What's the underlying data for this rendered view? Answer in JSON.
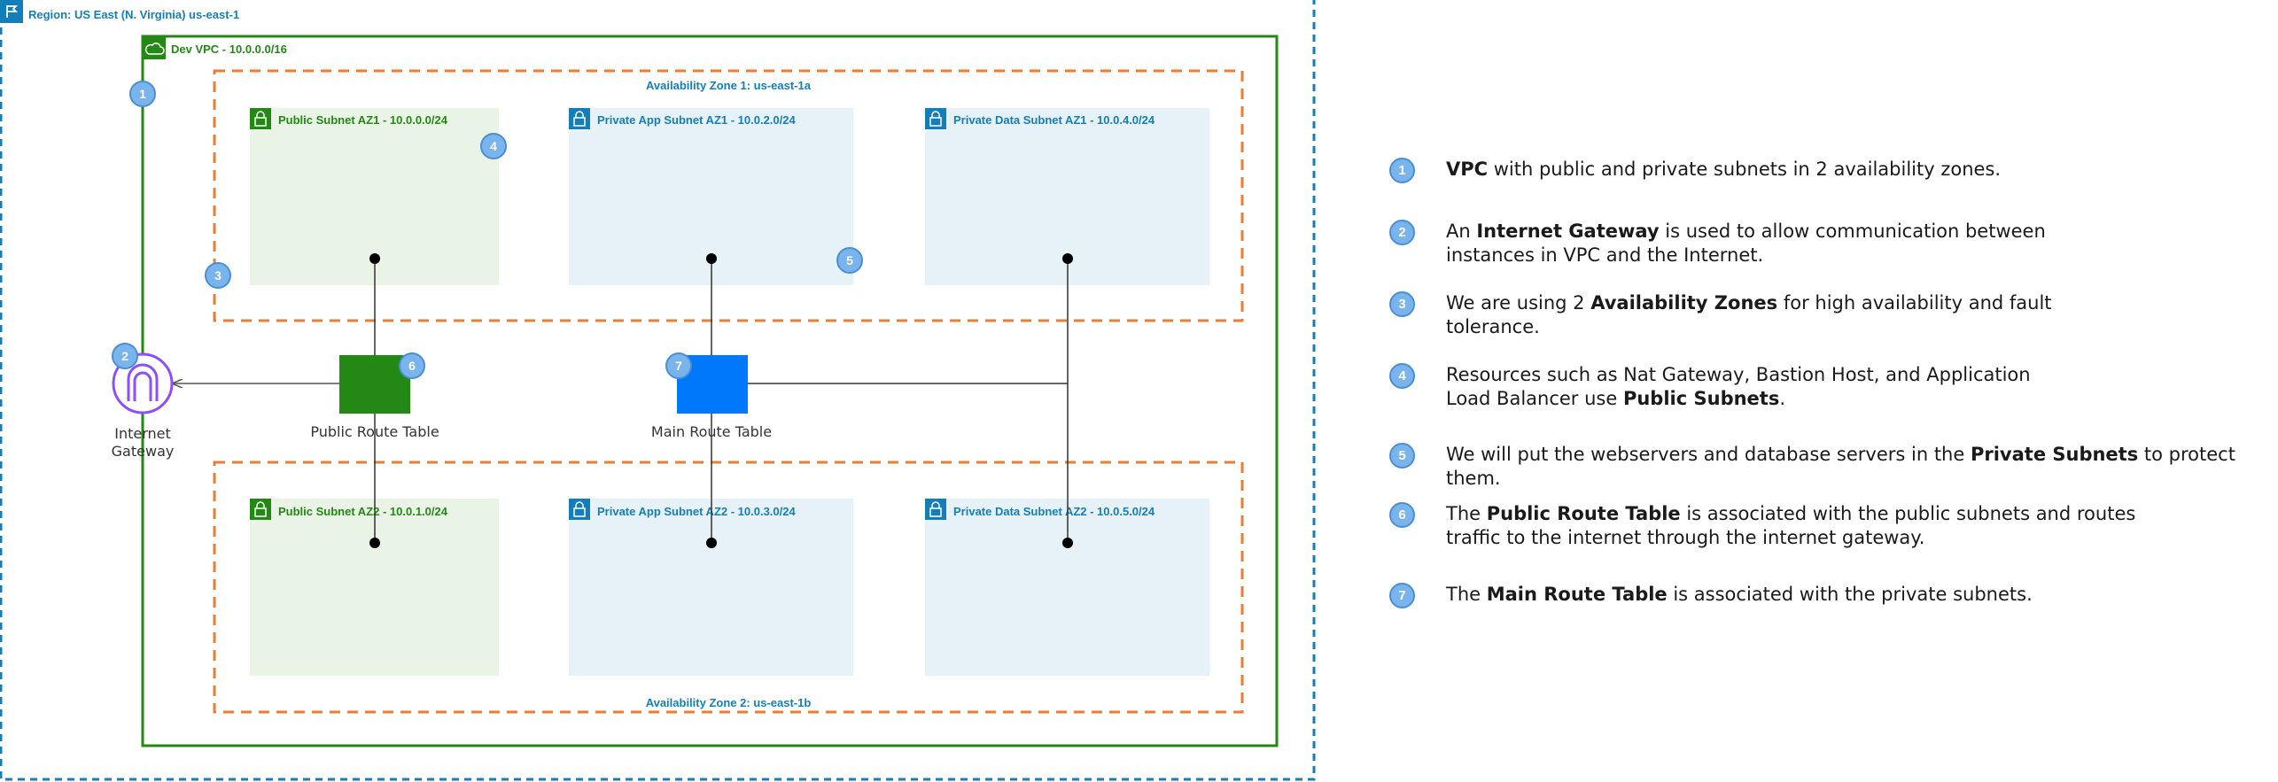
{
  "diagram": {
    "region_label": "Region: US East (N. Virginia) us-east-1",
    "vpc_label": "Dev VPC - 10.0.0.0/16",
    "az1_label": "Availability Zone 1: us-east-1a",
    "az2_label": "Availability Zone 2: us-east-1b",
    "subnets": {
      "public_az1": "Public Subnet AZ1 - 10.0.0.0/24",
      "private_app_az1": "Private App Subnet AZ1 - 10.0.2.0/24",
      "private_data_az1": "Private Data Subnet AZ1 - 10.0.4.0/24",
      "public_az2": "Public Subnet AZ2 - 10.0.1.0/24",
      "private_app_az2": "Private App Subnet AZ2  - 10.0.3.0/24",
      "private_data_az2": "Private Data Subnet AZ2  - 10.0.5.0/24"
    },
    "internet_gateway_label_line1": "Internet",
    "internet_gateway_label_line2": "Gateway",
    "public_route_table_label": "Public Route Table",
    "main_route_table_label": "Main Route Table",
    "badges": [
      "1",
      "2",
      "3",
      "4",
      "5",
      "6",
      "7"
    ],
    "colors": {
      "region_border": "#147eba",
      "vpc_border": "#248814",
      "az_border": "#ed7d31",
      "public_subnet_fill": "#e9f3e6",
      "public_subnet_accent": "#248814",
      "private_subnet_fill": "#e6f2f8",
      "private_subnet_accent": "#147eba",
      "public_route_table": "#248814",
      "main_route_table": "#0078fa",
      "internet_gateway": "#8c4fff",
      "badge_fill": "#7ab4ec"
    }
  },
  "legend": [
    {
      "num": "1",
      "parts": [
        {
          "b": true,
          "t": "VPC"
        },
        {
          "b": false,
          "t": " with public and private subnets in 2 availability zones."
        }
      ]
    },
    {
      "num": "2",
      "parts": [
        {
          "b": false,
          "t": "An "
        },
        {
          "b": true,
          "t": "Internet Gateway"
        },
        {
          "b": false,
          "t": " is used to allow communication between\ninstances in VPC and the Internet."
        }
      ]
    },
    {
      "num": "3",
      "parts": [
        {
          "b": false,
          "t": "We are using 2 "
        },
        {
          "b": true,
          "t": "Availability Zones"
        },
        {
          "b": false,
          "t": " for high availability and fault\ntolerance."
        }
      ]
    },
    {
      "num": "4",
      "parts": [
        {
          "b": false,
          "t": "Resources such as Nat Gateway, Bastion Host, and Application\nLoad Balancer use "
        },
        {
          "b": true,
          "t": "Public Subnets"
        },
        {
          "b": false,
          "t": "."
        }
      ]
    },
    {
      "num": "5",
      "parts": [
        {
          "b": false,
          "t": "We will put the webservers and database servers in the "
        },
        {
          "b": true,
          "t": "Private Subnets"
        },
        {
          "b": false,
          "t": " to protect them."
        }
      ]
    },
    {
      "num": "6",
      "parts": [
        {
          "b": false,
          "t": "The "
        },
        {
          "b": true,
          "t": "Public Route Table"
        },
        {
          "b": false,
          "t": " is associated with the public subnets and routes\ntraffic to the internet through the internet gateway."
        }
      ]
    },
    {
      "num": "7",
      "parts": [
        {
          "b": false,
          "t": "The "
        },
        {
          "b": true,
          "t": "Main Route Table"
        },
        {
          "b": false,
          "t": " is associated with the private subnets."
        }
      ]
    }
  ]
}
